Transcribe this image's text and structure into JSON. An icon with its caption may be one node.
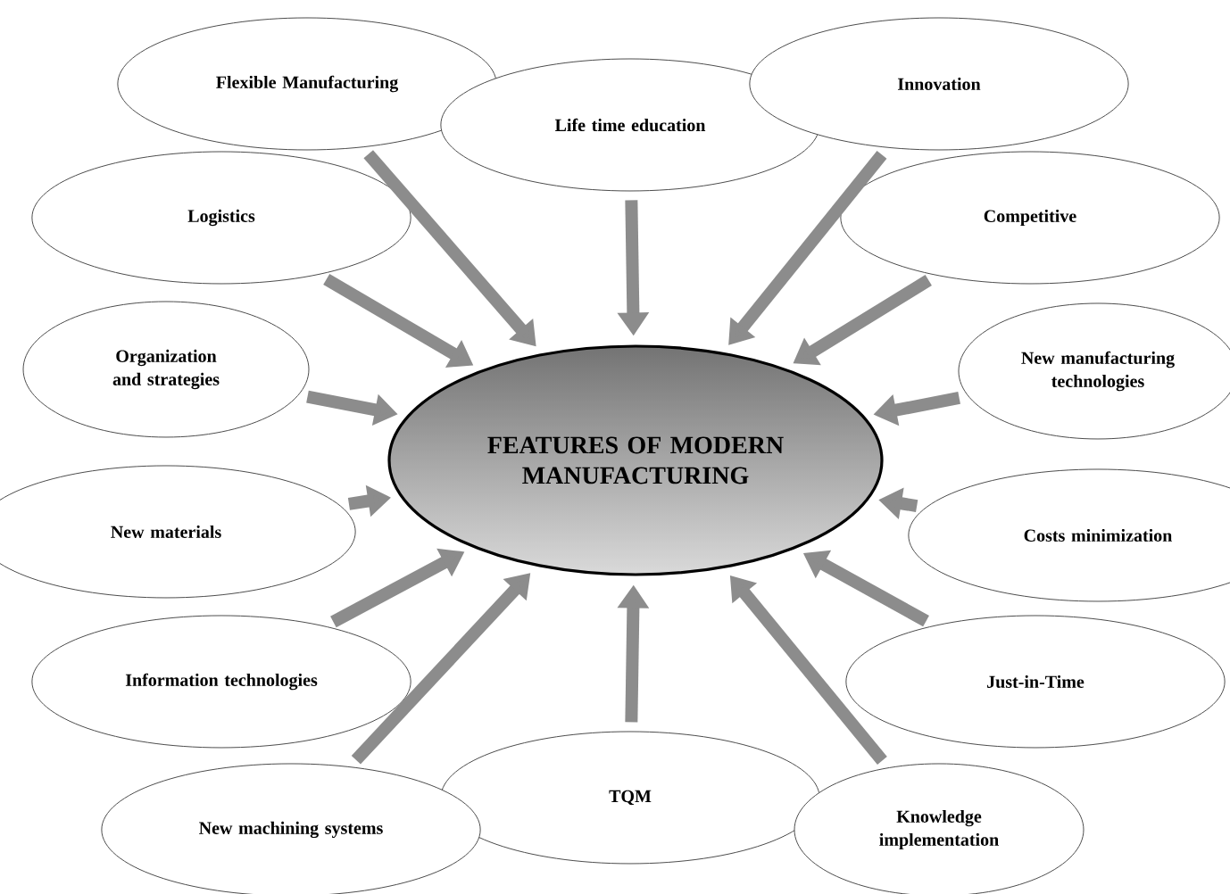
{
  "diagram": {
    "nodes": [
      {
        "text": [
          "FEATURES OF MODERN MANUFACTURING"
        ]
      },
      {
        "text": [
          "Flexible Manufacturing"
        ]
      },
      {
        "text": [
          "Life time education"
        ]
      },
      {
        "text": [
          "Innovation"
        ]
      },
      {
        "text": [
          "Logistics"
        ]
      },
      {
        "text": [
          "Competitive"
        ]
      },
      {
        "text": [
          "Organization and strategies"
        ]
      },
      {
        "text": [
          "New manufacturing technologies"
        ]
      },
      {
        "text": [
          "New materials"
        ]
      },
      {
        "text": [
          "Costs minimization"
        ]
      },
      {
        "text": [
          "Information technologies"
        ]
      },
      {
        "text": [
          "Just-in-Time"
        ]
      },
      {
        "text": [
          "TQM"
        ]
      },
      {
        "text": [
          "New machining systems"
        ]
      },
      {
        "text": [
          "Knowledge implementation"
        ]
      }
    ],
    "edges": [
      {
        "from": 1,
        "to": 0,
        "arrow": "to"
      },
      {
        "from": 2,
        "to": 0,
        "arrow": "to"
      },
      {
        "from": 3,
        "to": 0,
        "arrow": "to"
      },
      {
        "from": 4,
        "to": 0,
        "arrow": "to"
      },
      {
        "from": 5,
        "to": 0,
        "arrow": "to"
      },
      {
        "from": 6,
        "to": 0,
        "arrow": "to"
      },
      {
        "from": 7,
        "to": 0,
        "arrow": "to"
      },
      {
        "from": 8,
        "to": 0,
        "arrow": "to"
      },
      {
        "from": 9,
        "to": 0,
        "arrow": "to"
      },
      {
        "from": 10,
        "to": 0,
        "arrow": "to"
      },
      {
        "from": 11,
        "to": 0,
        "arrow": "to"
      },
      {
        "from": 12,
        "to": 0,
        "arrow": "to"
      },
      {
        "from": 13,
        "to": 0,
        "arrow": "to"
      },
      {
        "from": 14,
        "to": 0,
        "arrow": "to"
      }
    ]
  }
}
